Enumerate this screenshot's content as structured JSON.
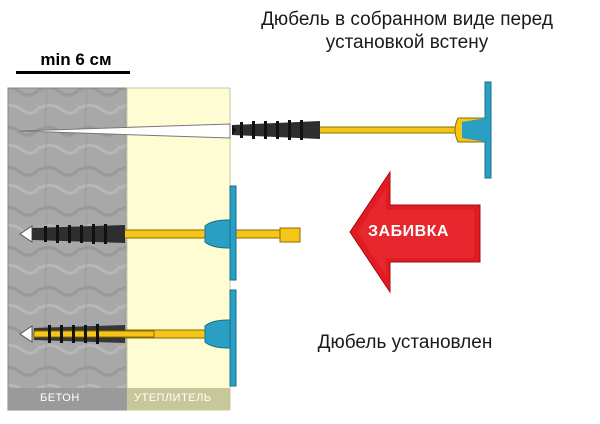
{
  "captions": {
    "top": [
      "Дюбель в собранном виде перед",
      "установкой встену"
    ],
    "bottom": "Дюбель установлен",
    "min_depth": "min 6 см",
    "arrow": "ЗАБИВКА",
    "concrete": "БЕТОН",
    "insulation": "УТЕПЛИТЕЛЬ"
  },
  "colors": {
    "concrete": "#a6a6a6",
    "insulation": "#fdfcd2",
    "nail": "#f5c518",
    "dowel_body": "#333333",
    "plate": "#2a9fc4",
    "arrow": "#e11b22"
  }
}
